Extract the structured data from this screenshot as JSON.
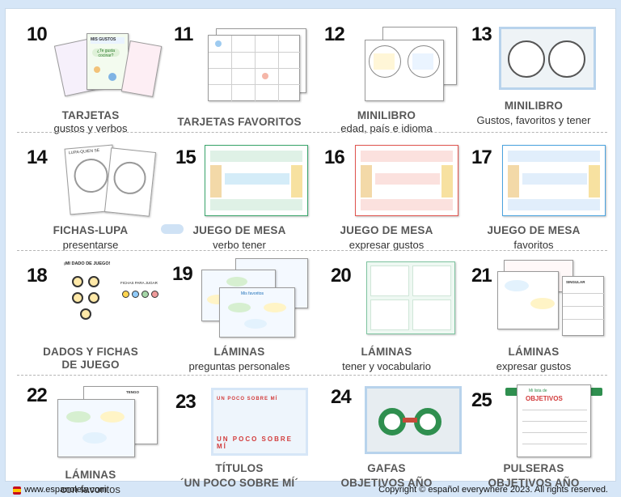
{
  "items": [
    {
      "number": "10",
      "title": "TARJETAS",
      "subtitle": "gustos y verbos"
    },
    {
      "number": "11",
      "title": "TARJETAS FAVORITOS",
      "subtitle": ""
    },
    {
      "number": "12",
      "title": "MINILIBRO",
      "subtitle": "edad, país e idioma"
    },
    {
      "number": "13",
      "title": "MINILIBRO",
      "subtitle": "Gustos, favoritos y tener"
    },
    {
      "number": "14",
      "title": "FICHAS-LUPA",
      "subtitle": "presentarse"
    },
    {
      "number": "15",
      "title": "JUEGO DE MESA",
      "subtitle": "verbo tener"
    },
    {
      "number": "16",
      "title": "JUEGO DE MESA",
      "subtitle": "expresar gustos"
    },
    {
      "number": "17",
      "title": "JUEGO DE MESA",
      "subtitle": "favoritos"
    },
    {
      "number": "18",
      "title": "DADOS Y FICHAS",
      "subtitle": "DE JUEGO"
    },
    {
      "number": "19",
      "title": "LÁMINAS",
      "subtitle": "preguntas personales"
    },
    {
      "number": "20",
      "title": "LÁMINAS",
      "subtitle": "tener y vocabulario"
    },
    {
      "number": "21",
      "title": "LÁMINAS",
      "subtitle": "expresar gustos"
    },
    {
      "number": "22",
      "title": "LÁMINAS",
      "subtitle": "con favoritos"
    },
    {
      "number": "23",
      "title": "TÍTULOS",
      "subtitle": "´UN POCO SOBRE MÍ´"
    },
    {
      "number": "24",
      "title": "GAFAS",
      "subtitle": "OBJETIVOS AÑO"
    },
    {
      "number": "25",
      "title": "PULSERAS",
      "subtitle": "OBJETIVOS AÑO"
    }
  ],
  "thumbs": {
    "cards_heading": "MIS GUSTOS",
    "cards_question": "¿Te gusta cocinar?",
    "book_label": "LUPA-QUIEN SE",
    "dice_heading": "¡MI DADO DE JUEGO!",
    "dice_tokens": "FICHAS PARA JUGAR",
    "titles_line1": "UN POCO SOBRE MÍ",
    "titles_line2": "UN POCO SOBRE MÍ",
    "bracelet_heading": "Mi lista de",
    "bracelet_title": "OBJETIVOS",
    "laminas_heading": "Mis favoritos",
    "laminas_singular": "SINGULAR",
    "laminas_tengo": "TENGO"
  },
  "footer": {
    "site": "www.espanolew.com",
    "copyright": "Copyright © español everywhere 2023. All rights reserved."
  },
  "colors": {
    "background": "#d6e6f7",
    "title_gray": "#575757",
    "game_green": "#3aa56b",
    "game_red": "#e0554f",
    "accent_blue": "#4aa3df"
  }
}
